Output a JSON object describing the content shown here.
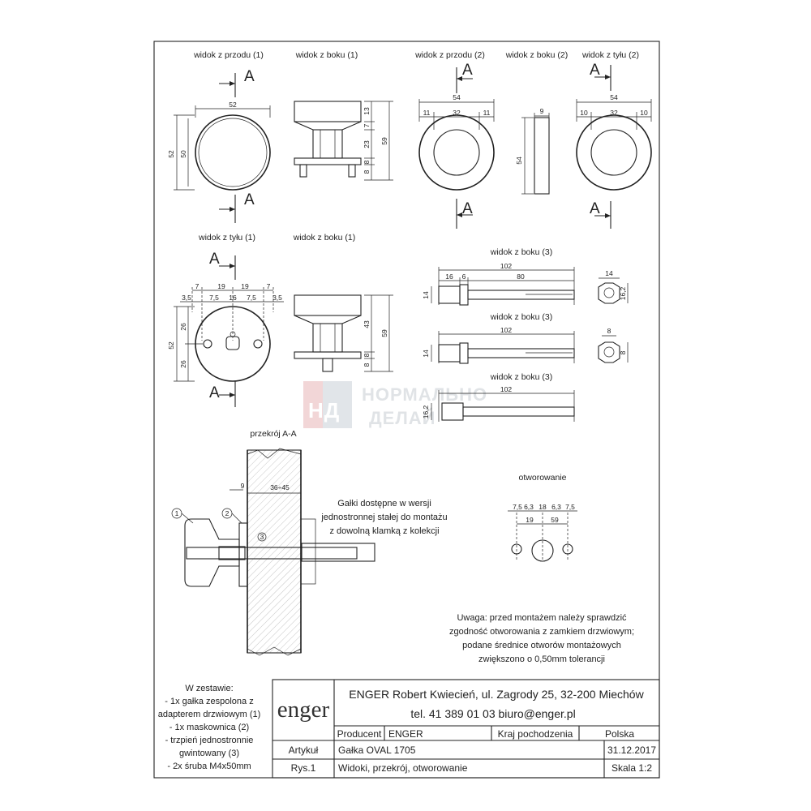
{
  "views": {
    "front1": "widok z przodu (1)",
    "side1_top": "widok z boku (1)",
    "front2": "widok z przodu (2)",
    "side2": "widok z boku (2)",
    "back2": "widok z tyłu (2)",
    "back1": "widok z tyłu (1)",
    "side1_bottom": "widok z boku (1)",
    "side3_a": "widok z boku (3)",
    "side3_b": "widok z boku (3)",
    "side3_c": "widok z boku (3)",
    "section": "przekrój A-A",
    "drilling": "otworowanie"
  },
  "section_marker": "A",
  "dims": {
    "front1_w": "52",
    "front1_h_outer": "52",
    "front1_h_inner": "50",
    "side1_a": "13",
    "side1_b": "7",
    "side1_c": "23",
    "side1_d": "8",
    "side1_e": "8",
    "side1_total": "59",
    "front2_w": "54",
    "front2_l": "11",
    "front2_m": "32",
    "front2_r": "11",
    "side2_w": "9",
    "side2_h": "54",
    "back2_w": "54",
    "back2_l": "10",
    "back2_m": "32",
    "back2_r": "10",
    "back1_top_a": "7",
    "back1_top_b": "19",
    "back1_top_c": "19",
    "back1_top_d": "7",
    "back1_sub": [
      "3,5",
      "7,5",
      "16",
      "7,5",
      "3,5"
    ],
    "back1_h_total": "52",
    "back1_h_a": "26",
    "back1_h_b": "26",
    "side1b_a": "43",
    "side1b_b": "8",
    "side1b_c": "8",
    "side1b_total": "59",
    "bolt1_len": "102",
    "bolt1_a": "16",
    "bolt1_b": "6",
    "bolt1_c": "80",
    "bolt1_d": "14",
    "bolt1_hex_w": "14",
    "bolt1_hex_h": "16,2",
    "bolt2_len": "102",
    "bolt2_d": "14",
    "bolt2_hex_w": "8",
    "bolt2_hex_h": "8",
    "bolt3_len": "102",
    "bolt3_d": "16,2",
    "sec_a": "9",
    "sec_b": "36÷45",
    "drill_top": [
      "7,5",
      "6,3",
      "18",
      "6,3",
      "7,5"
    ],
    "drill_b": [
      "19",
      "59"
    ]
  },
  "callouts": [
    "1",
    "2",
    "3"
  ],
  "note_variant": [
    "Gałki dostępne w wersji",
    "jednostronnej stałej do montażu",
    "z dowolną klamką z kolekcji"
  ],
  "note_warning": [
    "Uwaga: przed montażem należy sprawdzić",
    "zgodność otworowania z zamkiem drzwiowym;",
    "podane średnice otworów montażowych",
    "zwiększono o 0,50mm tolerancji"
  ],
  "kit": [
    "W zestawie:",
    "- 1x gałka zespolona z",
    "adapterem drzwiowym (1)",
    "- 1x maskownica (2)",
    "- trzpień jednostronnie",
    "gwintowany (3)",
    "- 2x śruba M4x50mm"
  ],
  "watermark": {
    "line1": "НОРМАЛЬНО",
    "line2": "ДЕЛАЙ",
    "badge": "НД"
  },
  "title_block": {
    "logo": "enger",
    "company": "ENGER   Robert Kwiecień, ul. Zagrody 25, 32-200 Miechów",
    "contact": "tel. 41 389 01 03    biuro@enger.pl",
    "producer_label": "Producent",
    "producer": "ENGER",
    "origin_label": "Kraj pochodzenia",
    "origin": "Polska",
    "article_label": "Artykuł",
    "article": "Gałka OVAL 1705",
    "date": "31.12.2017",
    "drawing_label": "Rys.1",
    "drawing": "Widoki, przekrój, otworowanie",
    "scale": "Skala 1:2"
  }
}
